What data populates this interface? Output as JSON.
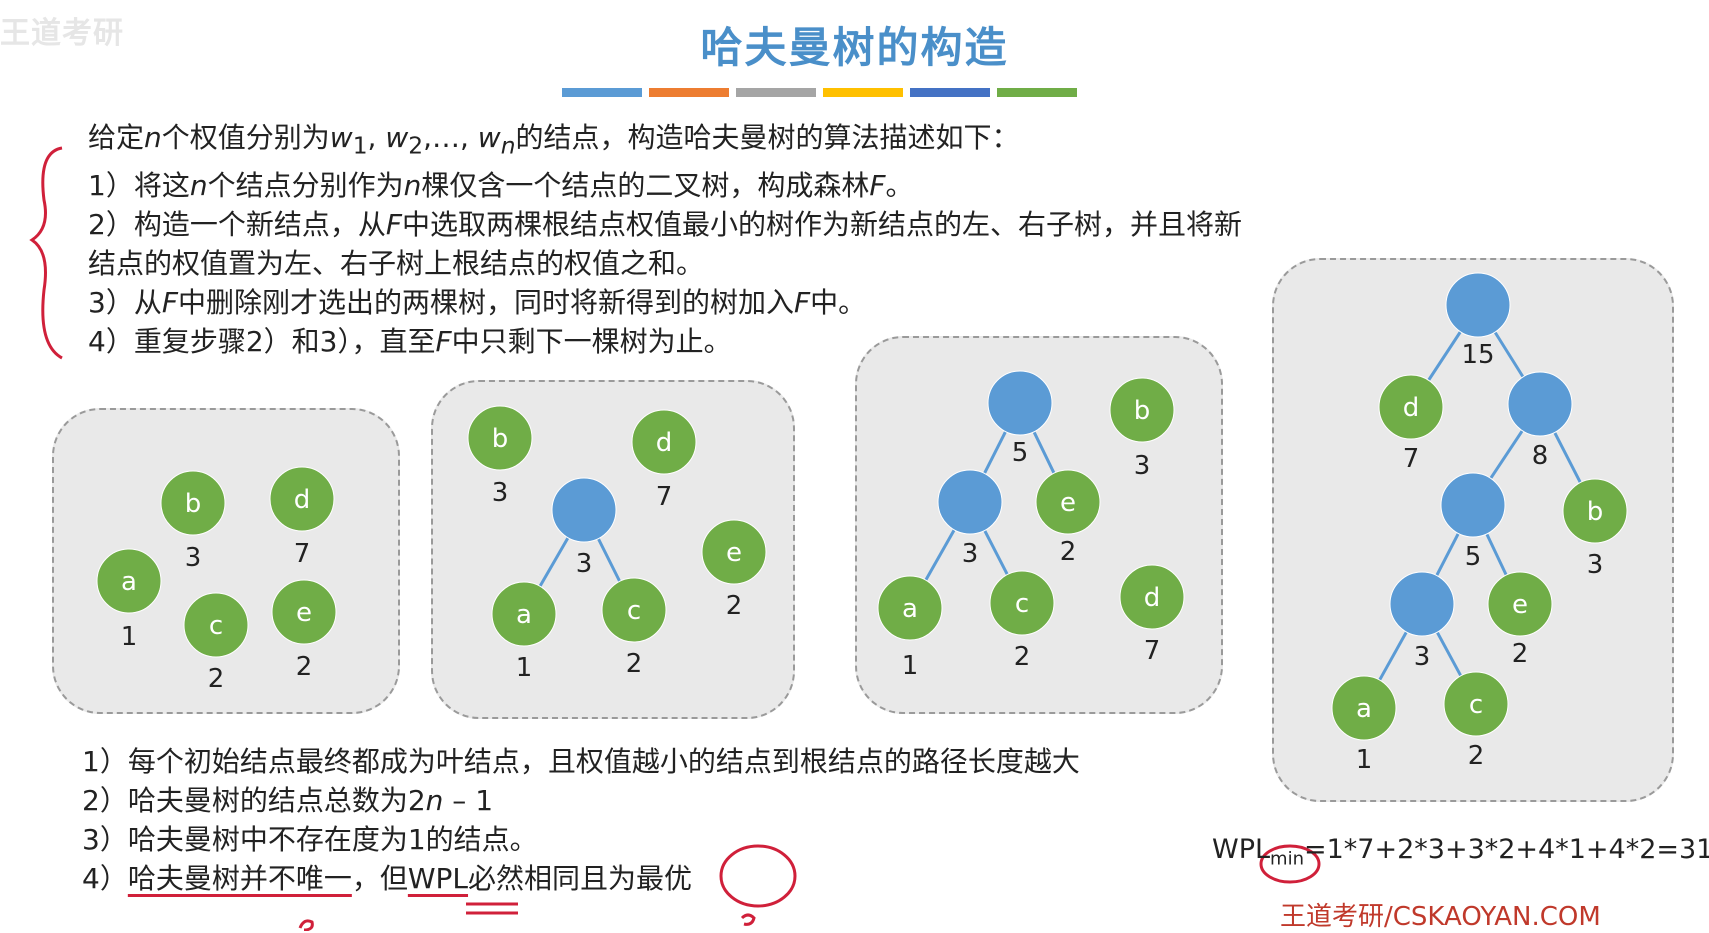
{
  "watermark": "王道考研",
  "title": "哈夫曼树的构造",
  "stripe_colors": [
    "#5b9bd5",
    "#ed7d31",
    "#a5a5a5",
    "#ffc000",
    "#4472c4",
    "#70ad47"
  ],
  "algorithm": {
    "intro_a": "给定",
    "intro_n": "n",
    "intro_b": "个权值分别为",
    "intro_w1": "w",
    "intro_s1": "1",
    "intro_c": ", ",
    "intro_w2": "w",
    "intro_s2": "2",
    "intro_d": ",…, ",
    "intro_wn": "w",
    "intro_sn": "n",
    "intro_e": "的结点，构造哈夫曼树的算法描述如下：",
    "s1_a": "1）将这",
    "s1_n": "n",
    "s1_b": "个结点分别作为",
    "s1_n2": "n",
    "s1_c": "棵仅含一个结点的二叉树，构成森林",
    "s1_f": "F",
    "s1_d": "。",
    "s2_a": "2）构造一个新结点，从",
    "s2_f": "F",
    "s2_b": "中选取两棵根结点权值最小的树作为新结点的左、右子树，并且将新",
    "s2_line2": "结点的权值置为左、右子树上根结点的权值之和。",
    "s3_a": "3）从",
    "s3_f": "F",
    "s3_b": "中删除刚才选出的两棵树，同时将新得到的树加入",
    "s3_f2": "F",
    "s3_c": "中。",
    "s4_a": "4）重复步骤2）和3），直至",
    "s4_f": "F",
    "s4_b": "中只剩下一棵树为止。"
  },
  "colors": {
    "leaf": "#70ad47",
    "internal": "#5b9bd5",
    "edge": "#5b9bd5",
    "panel": "#e9e9e9",
    "annotation": "#d0203a",
    "title": "#4a8fc9"
  },
  "trees": {
    "panel1": {
      "nodes": [
        {
          "id": "a",
          "label": "a",
          "weight": "1",
          "kind": "leaf"
        },
        {
          "id": "b",
          "label": "b",
          "weight": "3",
          "kind": "leaf"
        },
        {
          "id": "c",
          "label": "c",
          "weight": "2",
          "kind": "leaf"
        },
        {
          "id": "d",
          "label": "d",
          "weight": "7",
          "kind": "leaf"
        },
        {
          "id": "e",
          "label": "e",
          "weight": "2",
          "kind": "leaf"
        }
      ]
    },
    "panel2": {
      "nodes": [
        {
          "id": "b",
          "label": "b",
          "weight": "3",
          "kind": "leaf"
        },
        {
          "id": "d",
          "label": "d",
          "weight": "7",
          "kind": "leaf"
        },
        {
          "id": "n3",
          "label": "",
          "weight": "3",
          "kind": "internal"
        },
        {
          "id": "a",
          "label": "a",
          "weight": "1",
          "kind": "leaf"
        },
        {
          "id": "c",
          "label": "c",
          "weight": "2",
          "kind": "leaf"
        },
        {
          "id": "e",
          "label": "e",
          "weight": "2",
          "kind": "leaf"
        }
      ],
      "edges": [
        [
          "n3",
          "a"
        ],
        [
          "n3",
          "c"
        ]
      ]
    },
    "panel3": {
      "nodes": [
        {
          "id": "n5",
          "label": "",
          "weight": "5",
          "kind": "internal"
        },
        {
          "id": "b",
          "label": "b",
          "weight": "3",
          "kind": "leaf"
        },
        {
          "id": "n3",
          "label": "",
          "weight": "3",
          "kind": "internal"
        },
        {
          "id": "e",
          "label": "e",
          "weight": "2",
          "kind": "leaf"
        },
        {
          "id": "a",
          "label": "a",
          "weight": "1",
          "kind": "leaf"
        },
        {
          "id": "c",
          "label": "c",
          "weight": "2",
          "kind": "leaf"
        },
        {
          "id": "d",
          "label": "d",
          "weight": "7",
          "kind": "leaf"
        }
      ],
      "edges": [
        [
          "n5",
          "n3"
        ],
        [
          "n5",
          "e"
        ],
        [
          "n3",
          "a"
        ],
        [
          "n3",
          "c"
        ]
      ]
    },
    "panel4": {
      "nodes": [
        {
          "id": "n15",
          "label": "",
          "weight": "15",
          "kind": "internal"
        },
        {
          "id": "d",
          "label": "d",
          "weight": "7",
          "kind": "leaf"
        },
        {
          "id": "n8",
          "label": "",
          "weight": "8",
          "kind": "internal"
        },
        {
          "id": "n5",
          "label": "",
          "weight": "5",
          "kind": "internal"
        },
        {
          "id": "b",
          "label": "b",
          "weight": "3",
          "kind": "leaf"
        },
        {
          "id": "n3",
          "label": "",
          "weight": "3",
          "kind": "internal"
        },
        {
          "id": "e",
          "label": "e",
          "weight": "2",
          "kind": "leaf"
        },
        {
          "id": "a",
          "label": "a",
          "weight": "1",
          "kind": "leaf"
        },
        {
          "id": "c",
          "label": "c",
          "weight": "2",
          "kind": "leaf"
        }
      ],
      "edges": [
        [
          "n15",
          "d"
        ],
        [
          "n15",
          "n8"
        ],
        [
          "n8",
          "n5"
        ],
        [
          "n8",
          "b"
        ],
        [
          "n5",
          "n3"
        ],
        [
          "n5",
          "e"
        ],
        [
          "n3",
          "a"
        ],
        [
          "n3",
          "c"
        ]
      ]
    }
  },
  "properties": {
    "p1": "1）每个初始结点最终都成为叶结点，且权值越小的结点到根结点的路径长度越大",
    "p2_a": "2）哈夫曼树的结点总数为2",
    "p2_n": "n",
    "p2_b": " – 1",
    "p3": "3）哈夫曼树中不存在度为1的结点。",
    "p4_a": "4）",
    "p4_b": "哈夫曼树并不唯一",
    "p4_c": "，但",
    "p4_d": "WPL",
    "p4_e": "必然相同且为",
    "p4_f": "最优"
  },
  "wpl": {
    "label": "WPL",
    "sub": "min",
    "formula": "=1*7+2*3+3*2+4*1+4*2=31"
  },
  "footer": "王道考研/CSKAOYAN.COM"
}
